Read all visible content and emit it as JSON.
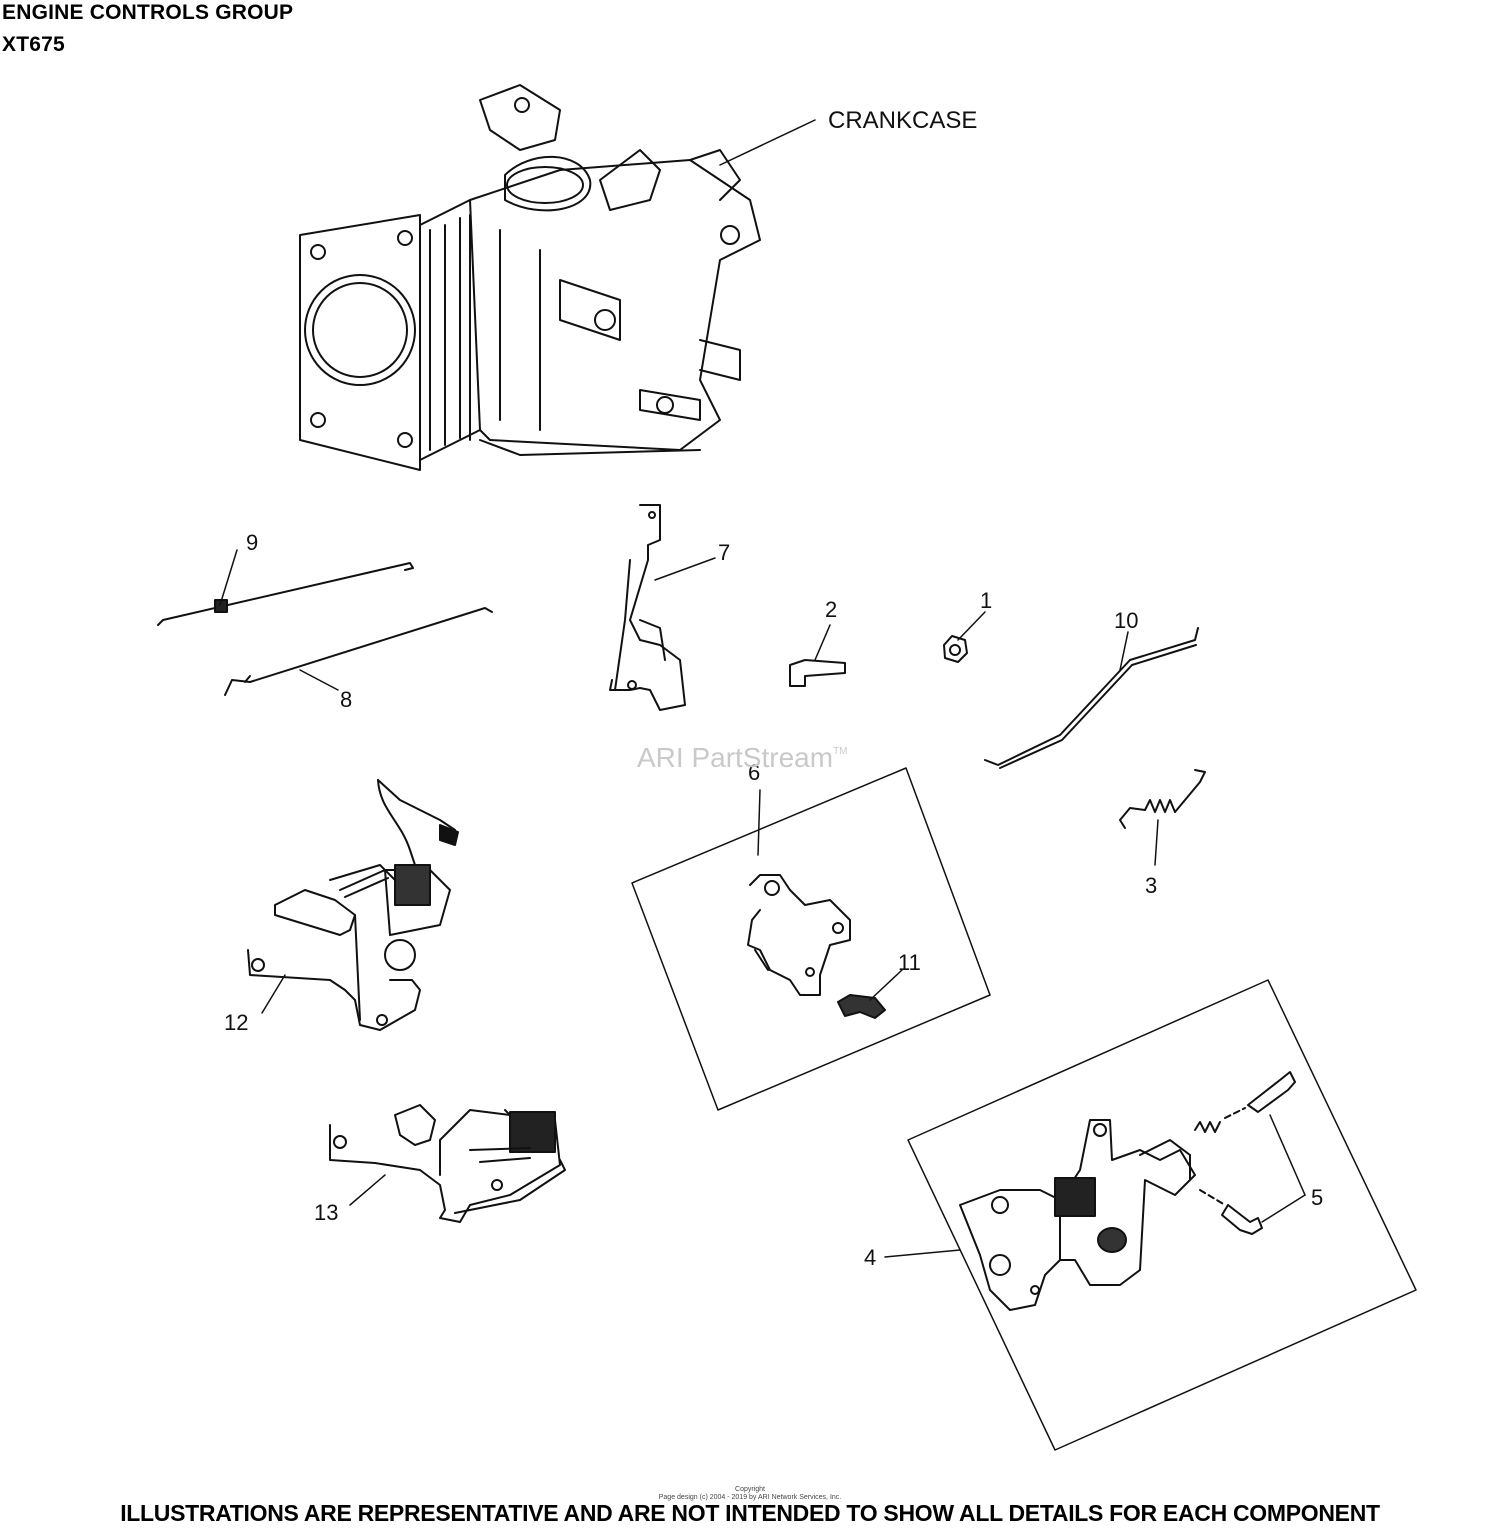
{
  "header": {
    "title": "ENGINE CONTROLS GROUP",
    "model": "XT675"
  },
  "diagram": {
    "labels": {
      "crankcase": "CRANKCASE",
      "p1": "1",
      "p2": "2",
      "p3": "3",
      "p4": "4",
      "p5": "5",
      "p6": "6",
      "p7": "7",
      "p8": "8",
      "p9": "9",
      "p10": "10",
      "p11": "11",
      "p12": "12",
      "p13": "13"
    }
  },
  "watermark": {
    "text": "ARI PartStream",
    "tm": "TM"
  },
  "copyright": {
    "line1": "Copyright",
    "line2": "Page design (c) 2004 - 2019 by ARI Network Services, Inc."
  },
  "footer": {
    "disclaimer": "ILLUSTRATIONS ARE REPRESENTATIVE AND ARE NOT INTENDED TO SHOW ALL DETAILS FOR EACH COMPONENT"
  }
}
